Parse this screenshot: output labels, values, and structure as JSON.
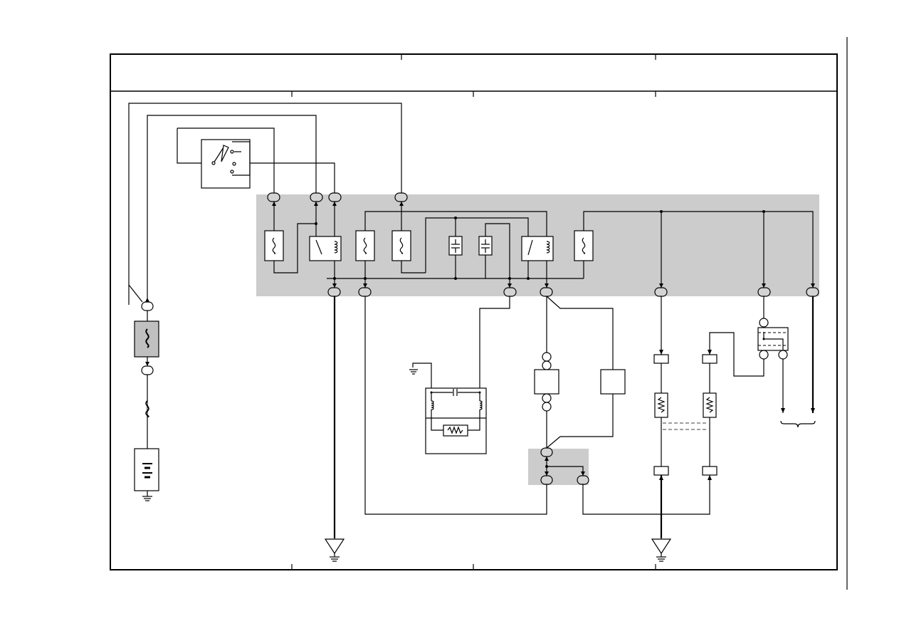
{
  "diagram": {
    "page": {
      "has_title_block": true,
      "frame_style": "wiring-diagram"
    },
    "palette": {
      "relay_block_fill": "#cccccc",
      "wire": "#000000",
      "background": "#ffffff"
    },
    "components": [
      {
        "name": "ignition-switch",
        "icon": "switch-icon"
      },
      {
        "name": "fusible-link",
        "icon": "fuse-icon"
      },
      {
        "name": "main-fuse",
        "icon": "fuse-icon"
      },
      {
        "name": "battery",
        "icon": "battery-icon"
      },
      {
        "name": "relay-block-fuse",
        "icon": "fuse-icon",
        "count": 4
      },
      {
        "name": "relay",
        "icon": "relay-icon",
        "count": 2
      },
      {
        "name": "capacitor",
        "icon": "capacitor-icon",
        "count": 2
      },
      {
        "name": "igniter-module",
        "icon": "coil-icon"
      },
      {
        "name": "sensor-resistor",
        "icon": "resistor-icon",
        "count": 2
      },
      {
        "name": "ground",
        "icon": "ground-icon",
        "count": 4
      }
    ]
  }
}
